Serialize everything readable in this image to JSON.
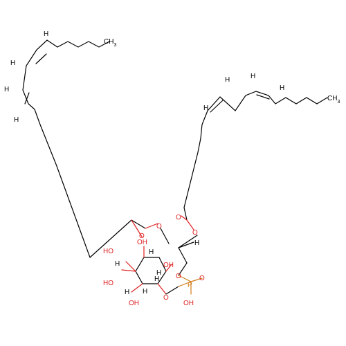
{
  "molecule": {
    "atoms": [
      {
        "id": "ch3_top",
        "text": "CH",
        "sub": "3",
        "color": "#000000"
      },
      {
        "id": "h1",
        "text": "H",
        "color": "#000000"
      },
      {
        "id": "h2",
        "text": "H",
        "color": "#000000"
      },
      {
        "id": "h3",
        "text": "H",
        "color": "#000000"
      },
      {
        "id": "h4",
        "text": "H",
        "color": "#000000"
      },
      {
        "id": "h5",
        "text": "H",
        "color": "#000000"
      },
      {
        "id": "h6",
        "text": "H",
        "color": "#000000"
      },
      {
        "id": "h7",
        "text": "H",
        "color": "#000000"
      },
      {
        "id": "h8",
        "text": "H",
        "color": "#000000"
      },
      {
        "id": "ch3_right",
        "text": "CH",
        "sub": "3",
        "color": "#000000"
      },
      {
        "id": "o_carbonyl1",
        "text": "O",
        "color": "#e02020"
      },
      {
        "id": "o_ester1",
        "text": "O",
        "color": "#e02020"
      },
      {
        "id": "o_carbonyl2",
        "text": "O",
        "color": "#e02020"
      },
      {
        "id": "o_ester2",
        "text": "O",
        "color": "#e02020"
      },
      {
        "id": "h_glycerol",
        "text": "H",
        "color": "#000000"
      },
      {
        "id": "oh_ring_top",
        "text": "OH",
        "color": "#e02020"
      },
      {
        "id": "h_r1",
        "text": "H",
        "color": "#000000"
      },
      {
        "id": "oh_left_top",
        "text": "HO",
        "color": "#e02020"
      },
      {
        "id": "h_r2",
        "text": "H",
        "color": "#000000"
      },
      {
        "id": "h_r3",
        "text": "H",
        "color": "#000000"
      },
      {
        "id": "oh_ring_right",
        "text": "OH",
        "color": "#e02020"
      },
      {
        "id": "oh_left_mid",
        "text": "HO",
        "color": "#e02020"
      },
      {
        "id": "h_r4",
        "text": "H",
        "color": "#000000"
      },
      {
        "id": "h_r5",
        "text": "H",
        "color": "#000000"
      },
      {
        "id": "h_r6",
        "text": "H",
        "color": "#000000"
      },
      {
        "id": "o_phos_link",
        "text": "O",
        "color": "#e02020"
      },
      {
        "id": "o_ring",
        "text": "O",
        "color": "#e02020"
      },
      {
        "id": "p_atom",
        "text": "P",
        "color": "#d07a18"
      },
      {
        "id": "o_phos_dbl",
        "text": "O",
        "color": "#e02020"
      },
      {
        "id": "oh_bottom_left",
        "text": "OH",
        "color": "#e02020"
      },
      {
        "id": "oh_phos",
        "text": "OH",
        "color": "#e02020"
      }
    ]
  }
}
